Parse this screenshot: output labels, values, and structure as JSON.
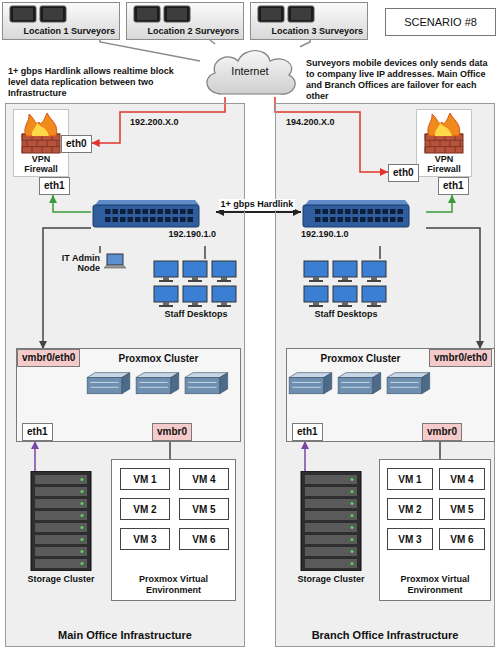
{
  "diagram": {
    "nodes": [
      {
        "text": [
          "Location 1 Surveyors"
        ]
      },
      {
        "text": [
          "Location 2 Surveyors"
        ]
      },
      {
        "text": [
          "Location 3 Surveyors"
        ]
      },
      {
        "text": [
          "SCENARIO #8"
        ]
      },
      {
        "text": [
          "Internet"
        ]
      },
      {
        "text": [
          "Main Office Infrastructure"
        ]
      },
      {
        "text": [
          "Branch Office Infrastructure"
        ]
      },
      {
        "text": [
          "VPN Firewall"
        ],
        "in": 5
      },
      {
        "text": [
          "eth0"
        ],
        "in": 5
      },
      {
        "text": [
          "eth1"
        ],
        "in": 5
      },
      {
        "text": [
          "192.190.1.0"
        ],
        "in": 5
      },
      {
        "text": [
          "IT Admin Node"
        ],
        "in": 5
      },
      {
        "text": [
          "Staff Desktops"
        ],
        "in": 5
      },
      {
        "text": [
          "Proxmox Cluster"
        ],
        "in": 5
      },
      {
        "text": [
          "vmbr0/eth0"
        ],
        "in": 13
      },
      {
        "text": [
          "eth1"
        ],
        "in": 13
      },
      {
        "text": [
          "vmbr0"
        ],
        "in": 13
      },
      {
        "text": [
          "Storage Cluster"
        ],
        "in": 5
      },
      {
        "text": [
          "Proxmox Virtual Environment"
        ],
        "in": 5
      },
      {
        "text": [
          "VM 1"
        ],
        "in": 18
      },
      {
        "text": [
          "VM 4"
        ],
        "in": 18
      },
      {
        "text": [
          "VM 2"
        ],
        "in": 18
      },
      {
        "text": [
          "VM 5"
        ],
        "in": 18
      },
      {
        "text": [
          "VM 3"
        ],
        "in": 18
      },
      {
        "text": [
          "VM 6"
        ],
        "in": 18
      },
      {
        "text": [
          "VPN Firewall"
        ],
        "in": 6
      },
      {
        "text": [
          "eth0"
        ],
        "in": 6
      },
      {
        "text": [
          "eth1"
        ],
        "in": 6
      },
      {
        "text": [
          "192.190.1.0"
        ],
        "in": 6
      },
      {
        "text": [
          "Staff Desktops"
        ],
        "in": 6
      },
      {
        "text": [
          "Proxmox Cluster"
        ],
        "in": 6
      },
      {
        "text": [
          "vmbr0/eth0"
        ],
        "in": 30
      },
      {
        "text": [
          "eth1"
        ],
        "in": 30
      },
      {
        "text": [
          "vmbr0"
        ],
        "in": 30
      },
      {
        "text": [
          "Storage Cluster"
        ],
        "in": 6
      },
      {
        "text": [
          "Proxmox Virtual Environment"
        ],
        "in": 6
      },
      {
        "text": [
          "VM 1"
        ],
        "in": 35
      },
      {
        "text": [
          "VM 4"
        ],
        "in": 35
      },
      {
        "text": [
          "VM 2"
        ],
        "in": 35
      },
      {
        "text": [
          "VM 5"
        ],
        "in": 35
      },
      {
        "text": [
          "VM 3"
        ],
        "in": 35
      },
      {
        "text": [
          "VM 6"
        ],
        "in": 35
      }
    ],
    "edges": [
      {
        "from": 0,
        "to": 4,
        "arrow": "none"
      },
      {
        "from": 1,
        "to": 4,
        "arrow": "none"
      },
      {
        "from": 2,
        "to": 4,
        "arrow": "none"
      },
      {
        "from": 4,
        "to": 8,
        "arrow": "to",
        "label": "192.200.X.0"
      },
      {
        "from": 4,
        "to": 26,
        "arrow": "to",
        "label": "194.200.X.0"
      },
      {
        "from": 10,
        "to": 9,
        "arrow": "to"
      },
      {
        "from": 10,
        "to": 14,
        "arrow": "to"
      },
      {
        "from": 10,
        "to": 11,
        "arrow": "none"
      },
      {
        "from": 10,
        "to": 12,
        "arrow": "none"
      },
      {
        "from": 17,
        "to": 15,
        "arrow": "to"
      },
      {
        "from": 16,
        "to": 18,
        "arrow": "none"
      },
      {
        "from": 10,
        "to": 28,
        "arrow": "both",
        "label": "1+ gbps Hardlink"
      },
      {
        "from": 28,
        "to": 27,
        "arrow": "to"
      },
      {
        "from": 28,
        "to": 31,
        "arrow": "to"
      },
      {
        "from": 28,
        "to": 29,
        "arrow": "none"
      },
      {
        "from": 34,
        "to": 32,
        "arrow": "to"
      },
      {
        "from": 33,
        "to": 35,
        "arrow": "none"
      }
    ],
    "labels": [
      "1+ gbps Hardlink allows realtime block level data replication between two Infrastructure",
      "Surveyors mobile devices only sends data to company live IP addresses. Main Office and Branch Offices are failover for each other"
    ]
  }
}
